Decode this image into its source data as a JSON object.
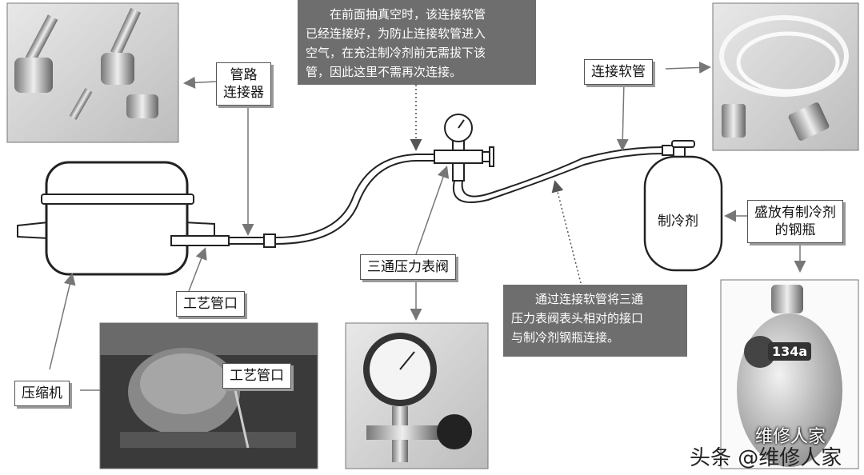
{
  "labels": {
    "pipe_connector_line1": "管路",
    "pipe_connector_line2": "连接器",
    "hose": "连接软管",
    "compressor": "压缩机",
    "process_port": "工艺管口",
    "process_port_photo": "工艺管口",
    "three_way_valve": "三通压力表阀",
    "refrigerant": "制冷剂",
    "cylinder_line1": "盛放有制冷剂",
    "cylinder_line2": "的钢瓶"
  },
  "notes": {
    "top": [
      "在前面抽真空时，该连接软管",
      "已经连接好，为防止连接软管进入",
      "空气，在充注制冷剂前无需拔下该",
      "管，因此这里不需再次连接。"
    ],
    "middle": [
      "通过连接软管将三通",
      "压力表阀表头相对的接口",
      "与制冷剂钢瓶连接。"
    ]
  },
  "cylinder_badge": "134a",
  "watermark_photo": "维修人家",
  "watermark": "头条 @维修人家",
  "colors": {
    "note_bg": "#6e6e6e",
    "line": "#222222",
    "arrow": "#777777"
  }
}
